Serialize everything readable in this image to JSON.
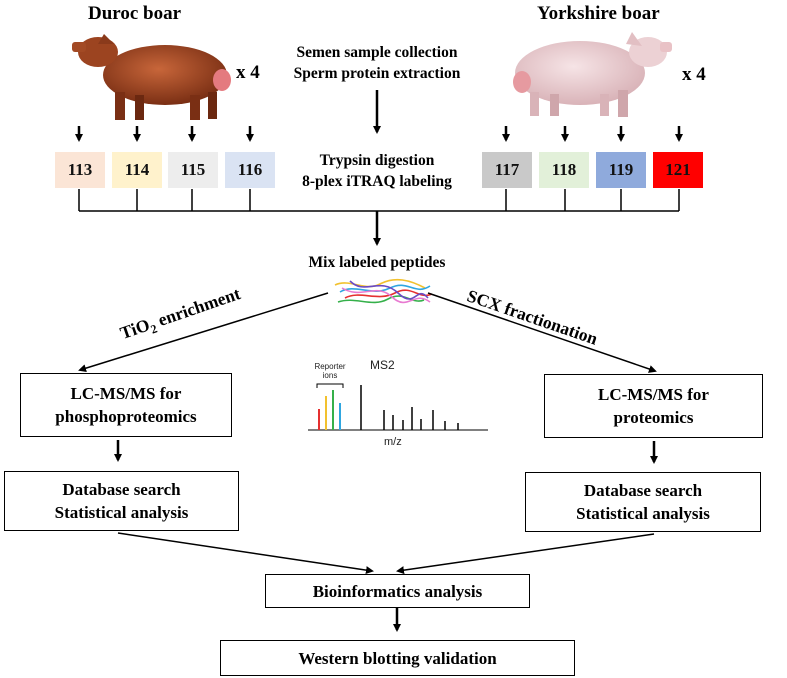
{
  "left_group": {
    "title": "Duroc boar",
    "multiplier": "x 4"
  },
  "right_group": {
    "title": "Yorkshire boar",
    "multiplier": "x 4"
  },
  "step_collection": {
    "line1": "Semen sample collection",
    "line2": "Sperm protein extraction"
  },
  "step_labeling": {
    "line1": "Trypsin digestion",
    "line2": "8-plex iTRAQ labeling"
  },
  "tags": [
    {
      "label": "113",
      "color": "#fbe5d6"
    },
    {
      "label": "114",
      "color": "#fff2cc"
    },
    {
      "label": "115",
      "color": "#ededed"
    },
    {
      "label": "116",
      "color": "#dae3f3"
    },
    {
      "label": "117",
      "color": "#c9c9c9"
    },
    {
      "label": "118",
      "color": "#e2f0d9"
    },
    {
      "label": "119",
      "color": "#8faadc"
    },
    {
      "label": "121",
      "color": "#ff0000"
    }
  ],
  "mix_label": "Mix labeled peptides",
  "branch_left": {
    "prefix": "TiO",
    "sub": "2",
    "suffix": " enrichment"
  },
  "branch_right": "SCX fractionation",
  "lcms_left": {
    "line1": "LC-MS/MS for",
    "line2": "phosphoproteomics"
  },
  "lcms_right": {
    "line1": "LC-MS/MS for",
    "line2": "proteomics"
  },
  "ms2": {
    "title": "MS2",
    "reporter": "Reporter ions",
    "xlabel": "m/z"
  },
  "db_left": {
    "line1": "Database search",
    "line2": "Statistical analysis"
  },
  "db_right": {
    "line1": "Database search",
    "line2": "Statistical analysis"
  },
  "bioinfo": "Bioinformatics analysis",
  "western": "Western blotting validation"
}
